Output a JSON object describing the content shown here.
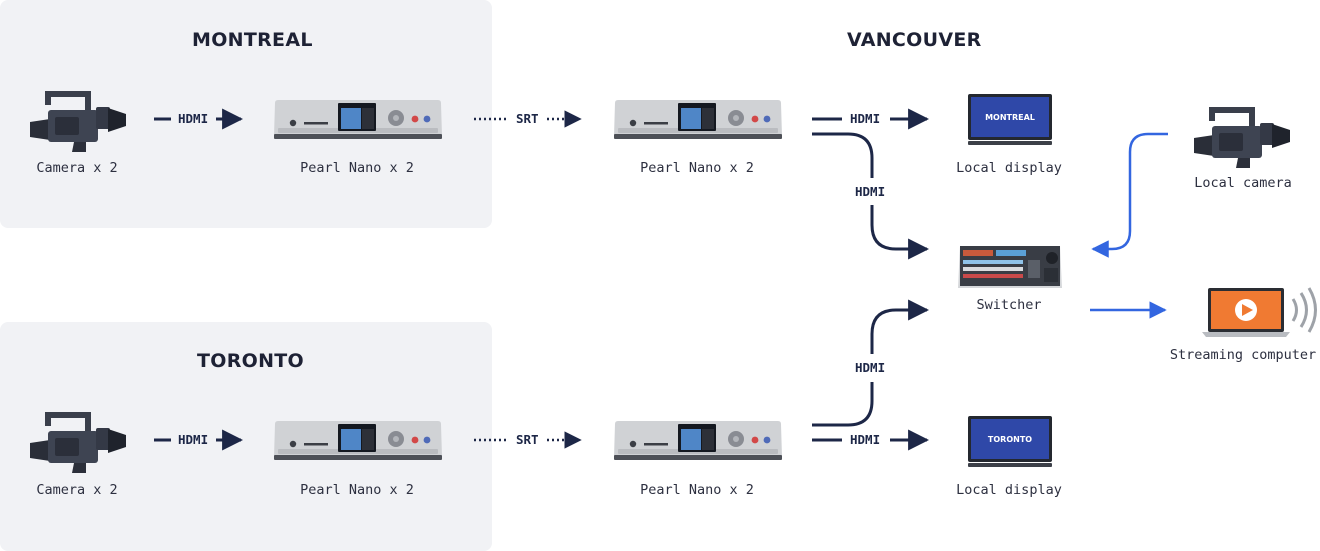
{
  "regions": {
    "montreal": {
      "title": "MONTREAL",
      "camera_label": "Camera x 2",
      "encoder_label": "Pearl Nano x 2",
      "hdmi_label": "HDMI",
      "srt_label": "SRT"
    },
    "toronto": {
      "title": "TORONTO",
      "camera_label": "Camera x 2",
      "encoder_label": "Pearl Nano x 2",
      "hdmi_label": "HDMI",
      "srt_label": "SRT"
    },
    "vancouver": {
      "title": "VANCOUVER",
      "decoder_top_label": "Pearl Nano x 2",
      "decoder_bottom_label": "Pearl Nano x 2",
      "display_top": {
        "label": "Local display",
        "screen_text": "MONTREAL"
      },
      "display_bottom": {
        "label": "Local display",
        "screen_text": "TORONTO"
      },
      "switcher_label": "Switcher",
      "local_camera_label": "Local camera",
      "streaming_label": "Streaming computer",
      "hdmi_top_right": "HDMI",
      "hdmi_top_down": "HDMI",
      "hdmi_bottom_up": "HDMI",
      "hdmi_bottom_right": "HDMI"
    }
  },
  "colors": {
    "panel": "#f1f2f5",
    "arrow_dark": "#1d2747",
    "arrow_blue": "#3366e0",
    "screen_blue": "#2f48a8",
    "laptop_orange": "#f07a32"
  }
}
